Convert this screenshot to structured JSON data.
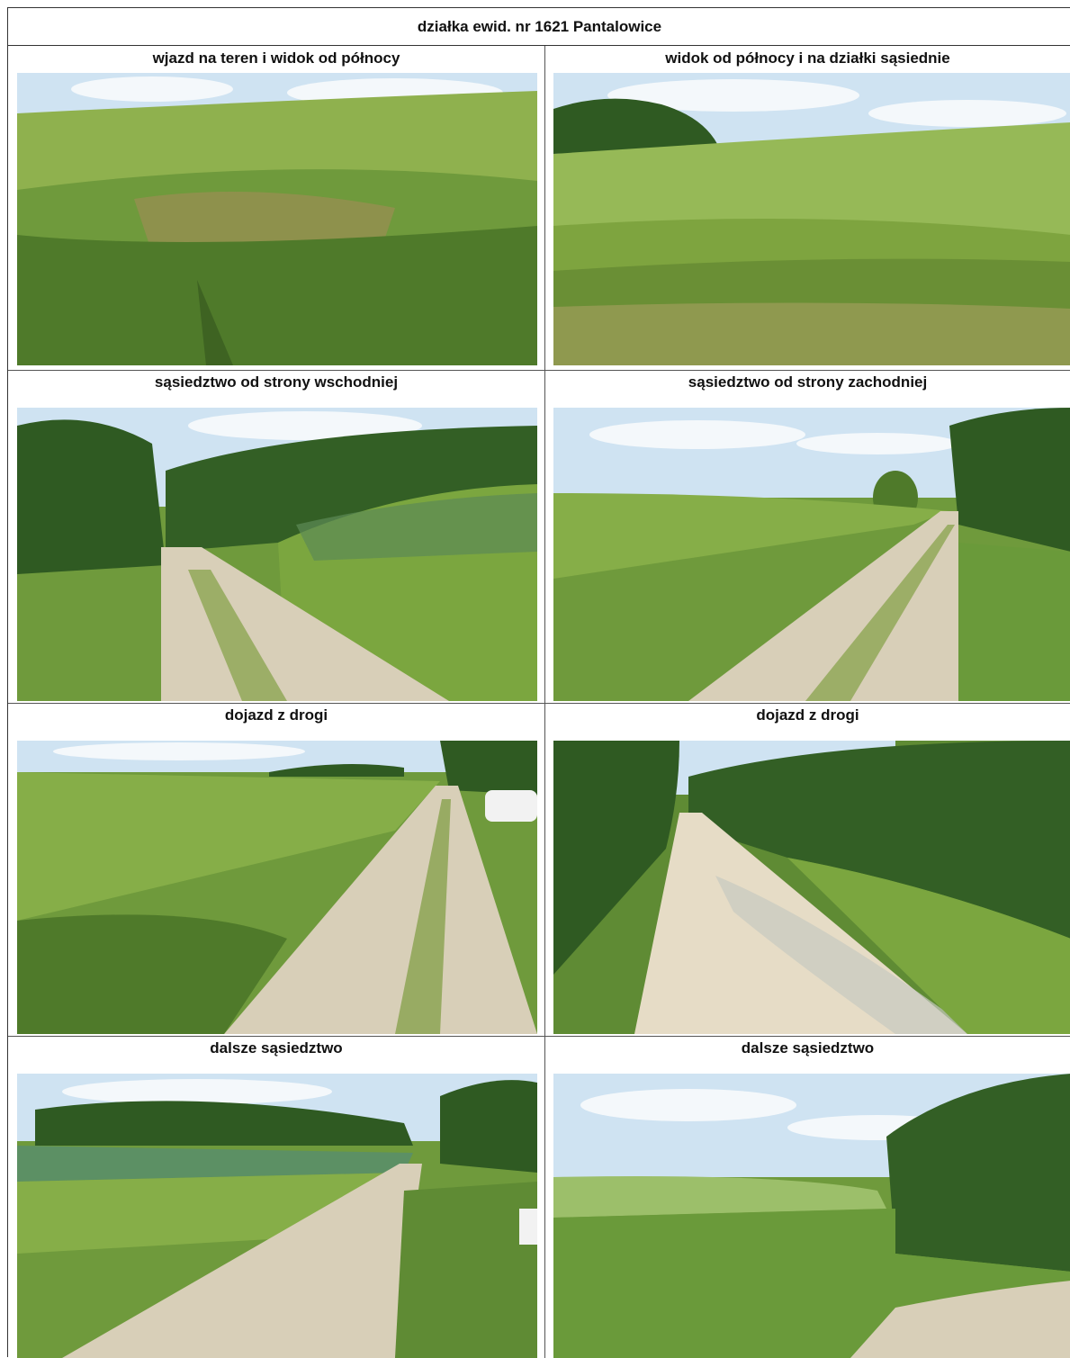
{
  "document": {
    "title": "działka ewid. nr 1621 Pantalowice"
  },
  "photos": [
    {
      "caption": "wjazd na teren i widok od północy",
      "icon": "field-photo"
    },
    {
      "caption": "widok od północy i na działki sąsiednie",
      "icon": "field-photo"
    },
    {
      "caption": "sąsiedztwo od strony wschodniej",
      "icon": "road-photo"
    },
    {
      "caption": "sąsiedztwo od strony zachodniej",
      "icon": "road-photo"
    },
    {
      "caption": "dojazd z drogi",
      "icon": "road-photo"
    },
    {
      "caption": "dojazd z drogi",
      "icon": "road-photo"
    },
    {
      "caption": "dalsze sąsiedztwo",
      "icon": "road-photo"
    },
    {
      "caption": "dalsze sąsiedztwo",
      "icon": "field-photo"
    }
  ],
  "colors": {
    "sky": "#cfe3f2",
    "cloud": "#f4f8fb",
    "field": "#6f9a3c",
    "field_dark": "#4f7a2a",
    "trees": "#2f5a22",
    "road": "#d8cfb8"
  }
}
